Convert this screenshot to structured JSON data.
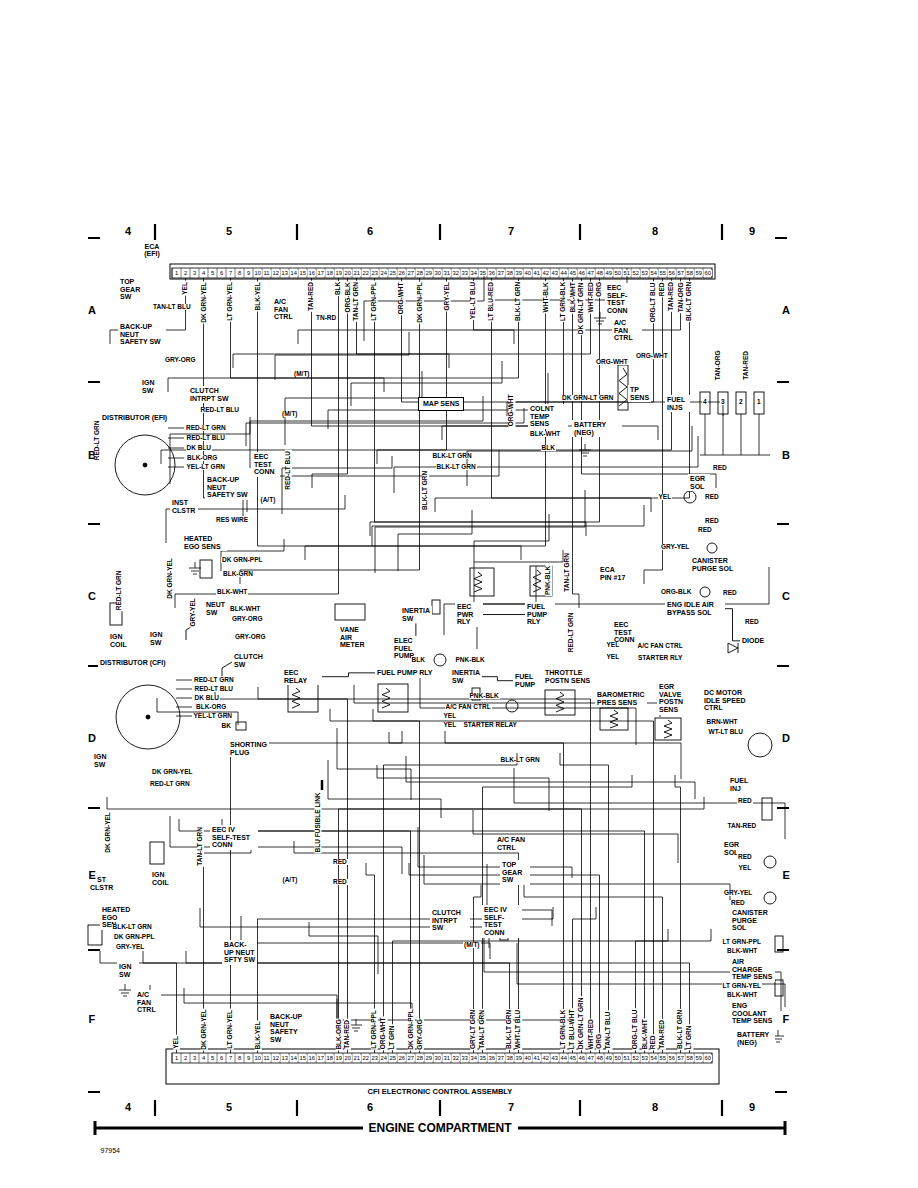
{
  "diagram": {
    "nodes": [
      {
        "text": [
          "TOP GEAR SW"
        ]
      },
      {
        "text": [
          "BACK-UP NEUT SAFETY SW"
        ]
      },
      {
        "text": [
          "IGN SW"
        ]
      },
      {
        "text": [
          "CLUTCH INTRPT SW"
        ]
      },
      {
        "text": [
          "DISTRIBUTOR (EFI)"
        ]
      },
      {
        "text": [
          "A/C FAN CTRL"
        ]
      },
      {
        "text": [
          "MAP SENS"
        ]
      },
      {
        "text": [
          "COLNT TEMP SENS"
        ]
      },
      {
        "text": [
          "TP SENS"
        ]
      },
      {
        "text": [
          "BATTERY (NEG)"
        ]
      },
      {
        "text": [
          "EEC SELF-TEST CONN"
        ]
      },
      {
        "text": [
          "A/C FAN CTRL"
        ]
      },
      {
        "text": [
          "FUEL INJS"
        ]
      },
      {
        "text": [
          "EEC TEST CONN"
        ]
      },
      {
        "text": [
          "BACK-UP NEUT SAFETY SW"
        ]
      },
      {
        "text": [
          "INST CLSTR"
        ]
      },
      {
        "text": [
          "HEATED EGO SENS"
        ]
      },
      {
        "text": [
          "EGR SOL"
        ]
      },
      {
        "text": [
          "CANISTER PURGE SOL"
        ]
      },
      {
        "text": [
          "NEUT SW"
        ]
      },
      {
        "text": [
          "CLUTCH SW"
        ]
      },
      {
        "text": [
          "IGN SW"
        ]
      },
      {
        "text": [
          "IGN COIL"
        ]
      },
      {
        "text": [
          "INERTIA SW"
        ]
      },
      {
        "text": [
          "ELEC FUEL PUMP"
        ]
      },
      {
        "text": [
          "VANE AIR METER"
        ]
      },
      {
        "text": [
          "EEC PWR RLY"
        ]
      },
      {
        "text": [
          "FUEL PUMP RLY"
        ]
      },
      {
        "text": [
          "ECA PIN #17"
        ]
      },
      {
        "text": [
          "EEC TEST CONN"
        ]
      },
      {
        "text": [
          "ENG IDLE AIR BYPASS SOL"
        ]
      },
      {
        "text": [
          "DIODE"
        ]
      },
      {
        "text": [
          "DISTRIBUTOR (CFI)"
        ]
      },
      {
        "text": [
          "IGN SW"
        ]
      },
      {
        "text": [
          "EEC RELAY"
        ]
      },
      {
        "text": [
          "SHORTING PLUG"
        ]
      },
      {
        "text": [
          "FUEL PUMP RLY"
        ]
      },
      {
        "text": [
          "INERTIA SW"
        ]
      },
      {
        "text": [
          "FUEL PUMP"
        ]
      },
      {
        "text": [
          "THROTTLE POSTN SENS"
        ]
      },
      {
        "text": [
          "BAROMETRIC PRES SENS"
        ]
      },
      {
        "text": [
          "EGR VALVE POSTN SENS"
        ]
      },
      {
        "text": [
          "DC MOTOR IDLE SPEED CTRL"
        ]
      },
      {
        "text": [
          "INST CLSTR"
        ]
      },
      {
        "text": [
          "IGN COIL"
        ]
      },
      {
        "text": [
          "EEC IV SELF-TEST CONN"
        ]
      },
      {
        "text": [
          "FUEL INJ"
        ]
      },
      {
        "text": [
          "A/C FAN CTRL"
        ]
      },
      {
        "text": [
          "TOP GEAR SW"
        ]
      },
      {
        "text": [
          "EGR SOL"
        ]
      },
      {
        "text": [
          "CANISTER PURGE SOL"
        ]
      },
      {
        "text": [
          "HEATED EGO SEN"
        ]
      },
      {
        "text": [
          "IGN SW"
        ]
      },
      {
        "text": [
          "BACK-UP NEUT SFTY SW"
        ]
      },
      {
        "text": [
          "CLUTCH INTRPT SW"
        ]
      },
      {
        "text": [
          "EEC IV SELF-TEST CONN"
        ]
      },
      {
        "text": [
          "AIR CHARGE TEMP SENS"
        ]
      },
      {
        "text": [
          "A/C FAN CTRL"
        ]
      },
      {
        "text": [
          "BACK-UP NEUT SAFETY SW"
        ]
      },
      {
        "text": [
          "ENG COOLANT TEMP SENS"
        ]
      },
      {
        "text": [
          "BATTERY (NEG)"
        ]
      }
    ],
    "edges": [
      {
        "from": 23,
        "to": 24,
        "arrow": "none"
      },
      {
        "from": 26,
        "to": 27,
        "arrow": "none"
      },
      {
        "from": 30,
        "to": 31,
        "arrow": "none"
      },
      {
        "from": 34,
        "to": 36,
        "arrow": "none"
      },
      {
        "from": 37,
        "to": 38,
        "arrow": "none"
      }
    ],
    "labels": [
      "4",
      "5",
      "6",
      "7",
      "8",
      "9",
      "A",
      "B",
      "C",
      "D",
      "E",
      "F",
      "A",
      "B",
      "C",
      "D",
      "E",
      "F",
      "4",
      "5",
      "6",
      "7",
      "8",
      "9",
      "1",
      "2",
      "3",
      "4",
      "5",
      "6",
      "7",
      "8",
      "9",
      "10",
      "11",
      "12",
      "13",
      "14",
      "15",
      "16",
      "17",
      "18",
      "19",
      "20",
      "21",
      "22",
      "23",
      "24",
      "25",
      "26",
      "27",
      "28",
      "29",
      "30",
      "31",
      "32",
      "33",
      "34",
      "35",
      "36",
      "37",
      "38",
      "39",
      "40",
      "41",
      "42",
      "43",
      "44",
      "45",
      "46",
      "47",
      "48",
      "49",
      "50",
      "51",
      "52",
      "53",
      "54",
      "55",
      "56",
      "57",
      "58",
      "59",
      "60",
      "1",
      "2",
      "3",
      "4",
      "5",
      "6",
      "7",
      "8",
      "9",
      "10",
      "11",
      "12",
      "13",
      "14",
      "15",
      "16",
      "17",
      "18",
      "19",
      "20",
      "21",
      "22",
      "23",
      "24",
      "25",
      "26",
      "27",
      "28",
      "29",
      "30",
      "31",
      "32",
      "33",
      "34",
      "35",
      "36",
      "37",
      "38",
      "39",
      "40",
      "41",
      "42",
      "43",
      "44",
      "45",
      "46",
      "47",
      "48",
      "49",
      "50",
      "51",
      "52",
      "53",
      "54",
      "55",
      "56",
      "57",
      "58",
      "59",
      "60",
      "ECA (EFI)",
      "CFI ELECTRONIC CONTROL ASSEMBLY",
      "ENGINE COMPARTMENT",
      "97954",
      "YEL",
      "DK GRN-YEL",
      "LT GRN-YEL",
      "BLK-YEL",
      "TAN-RED",
      "BLK",
      "ORG-BLK",
      "TAN-LT GRN",
      "LT GRN-PPL",
      "ORG-WHT",
      "DK GRN-PPL",
      "GRY-YEL",
      "YEL-LT BLU",
      "LT BLU-RED",
      "BLK-LT GRN",
      "WHT-BLK",
      "LT GRN-BLK",
      "BLK-WHT",
      "DK GRN-LT GRN",
      "WHT-RED",
      "ORG",
      "ORG-LT BLU",
      "RED",
      "TAN-RED",
      "TAN-ORG",
      "BLK-LT GRN",
      "YEL",
      "DK GRN-YEL",
      "LT GRN-YEL",
      "BLK-YEL",
      "BLK-ORG",
      "TAN-RED",
      "LT GRN-PPL",
      "ORG-WHT",
      "LT GRN",
      "DK GRN-PPL",
      "GRY-ORG",
      "GRY-LT GRN",
      "TAN-LT GRN",
      "BLK-LT GRN",
      "WHT-LT BLU",
      "LT GRN-BLK",
      "LT BLU-WHT",
      "DK GRN-LT GRN",
      "WHT-RED",
      "ORG",
      "TAN-LT BLU",
      "ORG-LT BLU",
      "BLK-WHT",
      "RED",
      "TAN-RED",
      "BLK-LT GRN",
      "LT GRN",
      "TAN-LT BLU",
      "GRY-ORG",
      "RED-LT GRN",
      "RED-LT BLU",
      "(M/T)",
      "(M/T)",
      "TN-RD",
      "ORG-WHT",
      "ORG-WHT",
      "DK GRN-LT GRN",
      "BLK-WHT",
      "BLK",
      "BLK-LT GRN",
      "BLK-LT GRN",
      "RED-LT GRN",
      "RED-LT BLU",
      "DK BLU",
      "BLK-ORG",
      "YEL-LT GRN",
      "RED-LT BLU",
      "(A/T)",
      "RES WIRE",
      "BLK-LT GRN",
      "DK GRN-YEL",
      "RED-LT GRN",
      "DK GRN-PPL",
      "BLK-GRN",
      "BLK-WHT",
      "BLK-WHT",
      "GRY-ORG",
      "GRY-ORG",
      "GRY-YEL",
      "PNK-BLK",
      "BLK",
      "GRY-YEL",
      "YEL",
      "RED",
      "RED",
      "RED",
      "RED",
      "ORG-BLK",
      "RED",
      "RED",
      "YEL",
      "YEL",
      "A/C FAN CTRL",
      "STARTER RLY",
      "TAN-ORG",
      "TAN-RED",
      "TAN-LT GRN",
      "PNK-BLK",
      "RED-LT GRN",
      "ORG-WHT",
      "4",
      "3",
      "2",
      "1",
      "RED-LT GRN",
      "RED-LT BLU",
      "DK BLU",
      "BLK-ORG",
      "YEL-LT GRN",
      "BK",
      "DK GRN-YEL",
      "RED-LT GRN",
      "DK GRN-YEL",
      "TAN-LT GRN",
      "BLU FUSIBLE LINK",
      "RED",
      "RED",
      "(A/T)",
      "PNK-BLK",
      "A/C FAN CTRL",
      "YEL",
      "YEL",
      "STARTER RELAY",
      "BLK-LT GRN",
      "BRN-WHT",
      "WT-LT BLU",
      "RED",
      "TAN-RED",
      "RED",
      "YEL",
      "GRY-YEL",
      "RED",
      "LT GRN-PPL",
      "BLK-WHT",
      "LT GRN-YEL",
      "BLK-WHT",
      "BLK-LT GRN",
      "DK GRN-PPL",
      "GRY-YEL",
      "(M/T)"
    ]
  }
}
